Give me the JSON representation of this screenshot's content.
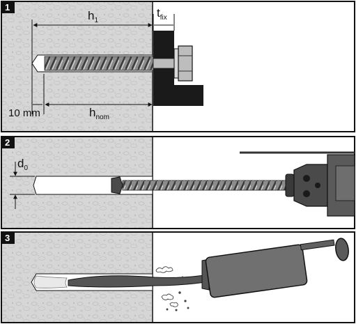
{
  "panels": [
    {
      "number": "1",
      "labels": {
        "h1_main": "h",
        "h1_sub": "1",
        "tfix_main": "t",
        "tfix_sub": "fix",
        "ten_mm": "10 mm",
        "hnom_main": "h",
        "hnom_sub": "nom"
      }
    },
    {
      "number": "2",
      "labels": {
        "d0_main": "d",
        "d0_sub": "0"
      }
    },
    {
      "number": "3",
      "labels": {}
    }
  ],
  "colors": {
    "concrete": "#d9d9d9",
    "frame": "#111111",
    "plate": "#1a1a1a",
    "gun": "#6f6f6f",
    "screw": "#9a9a9a"
  }
}
